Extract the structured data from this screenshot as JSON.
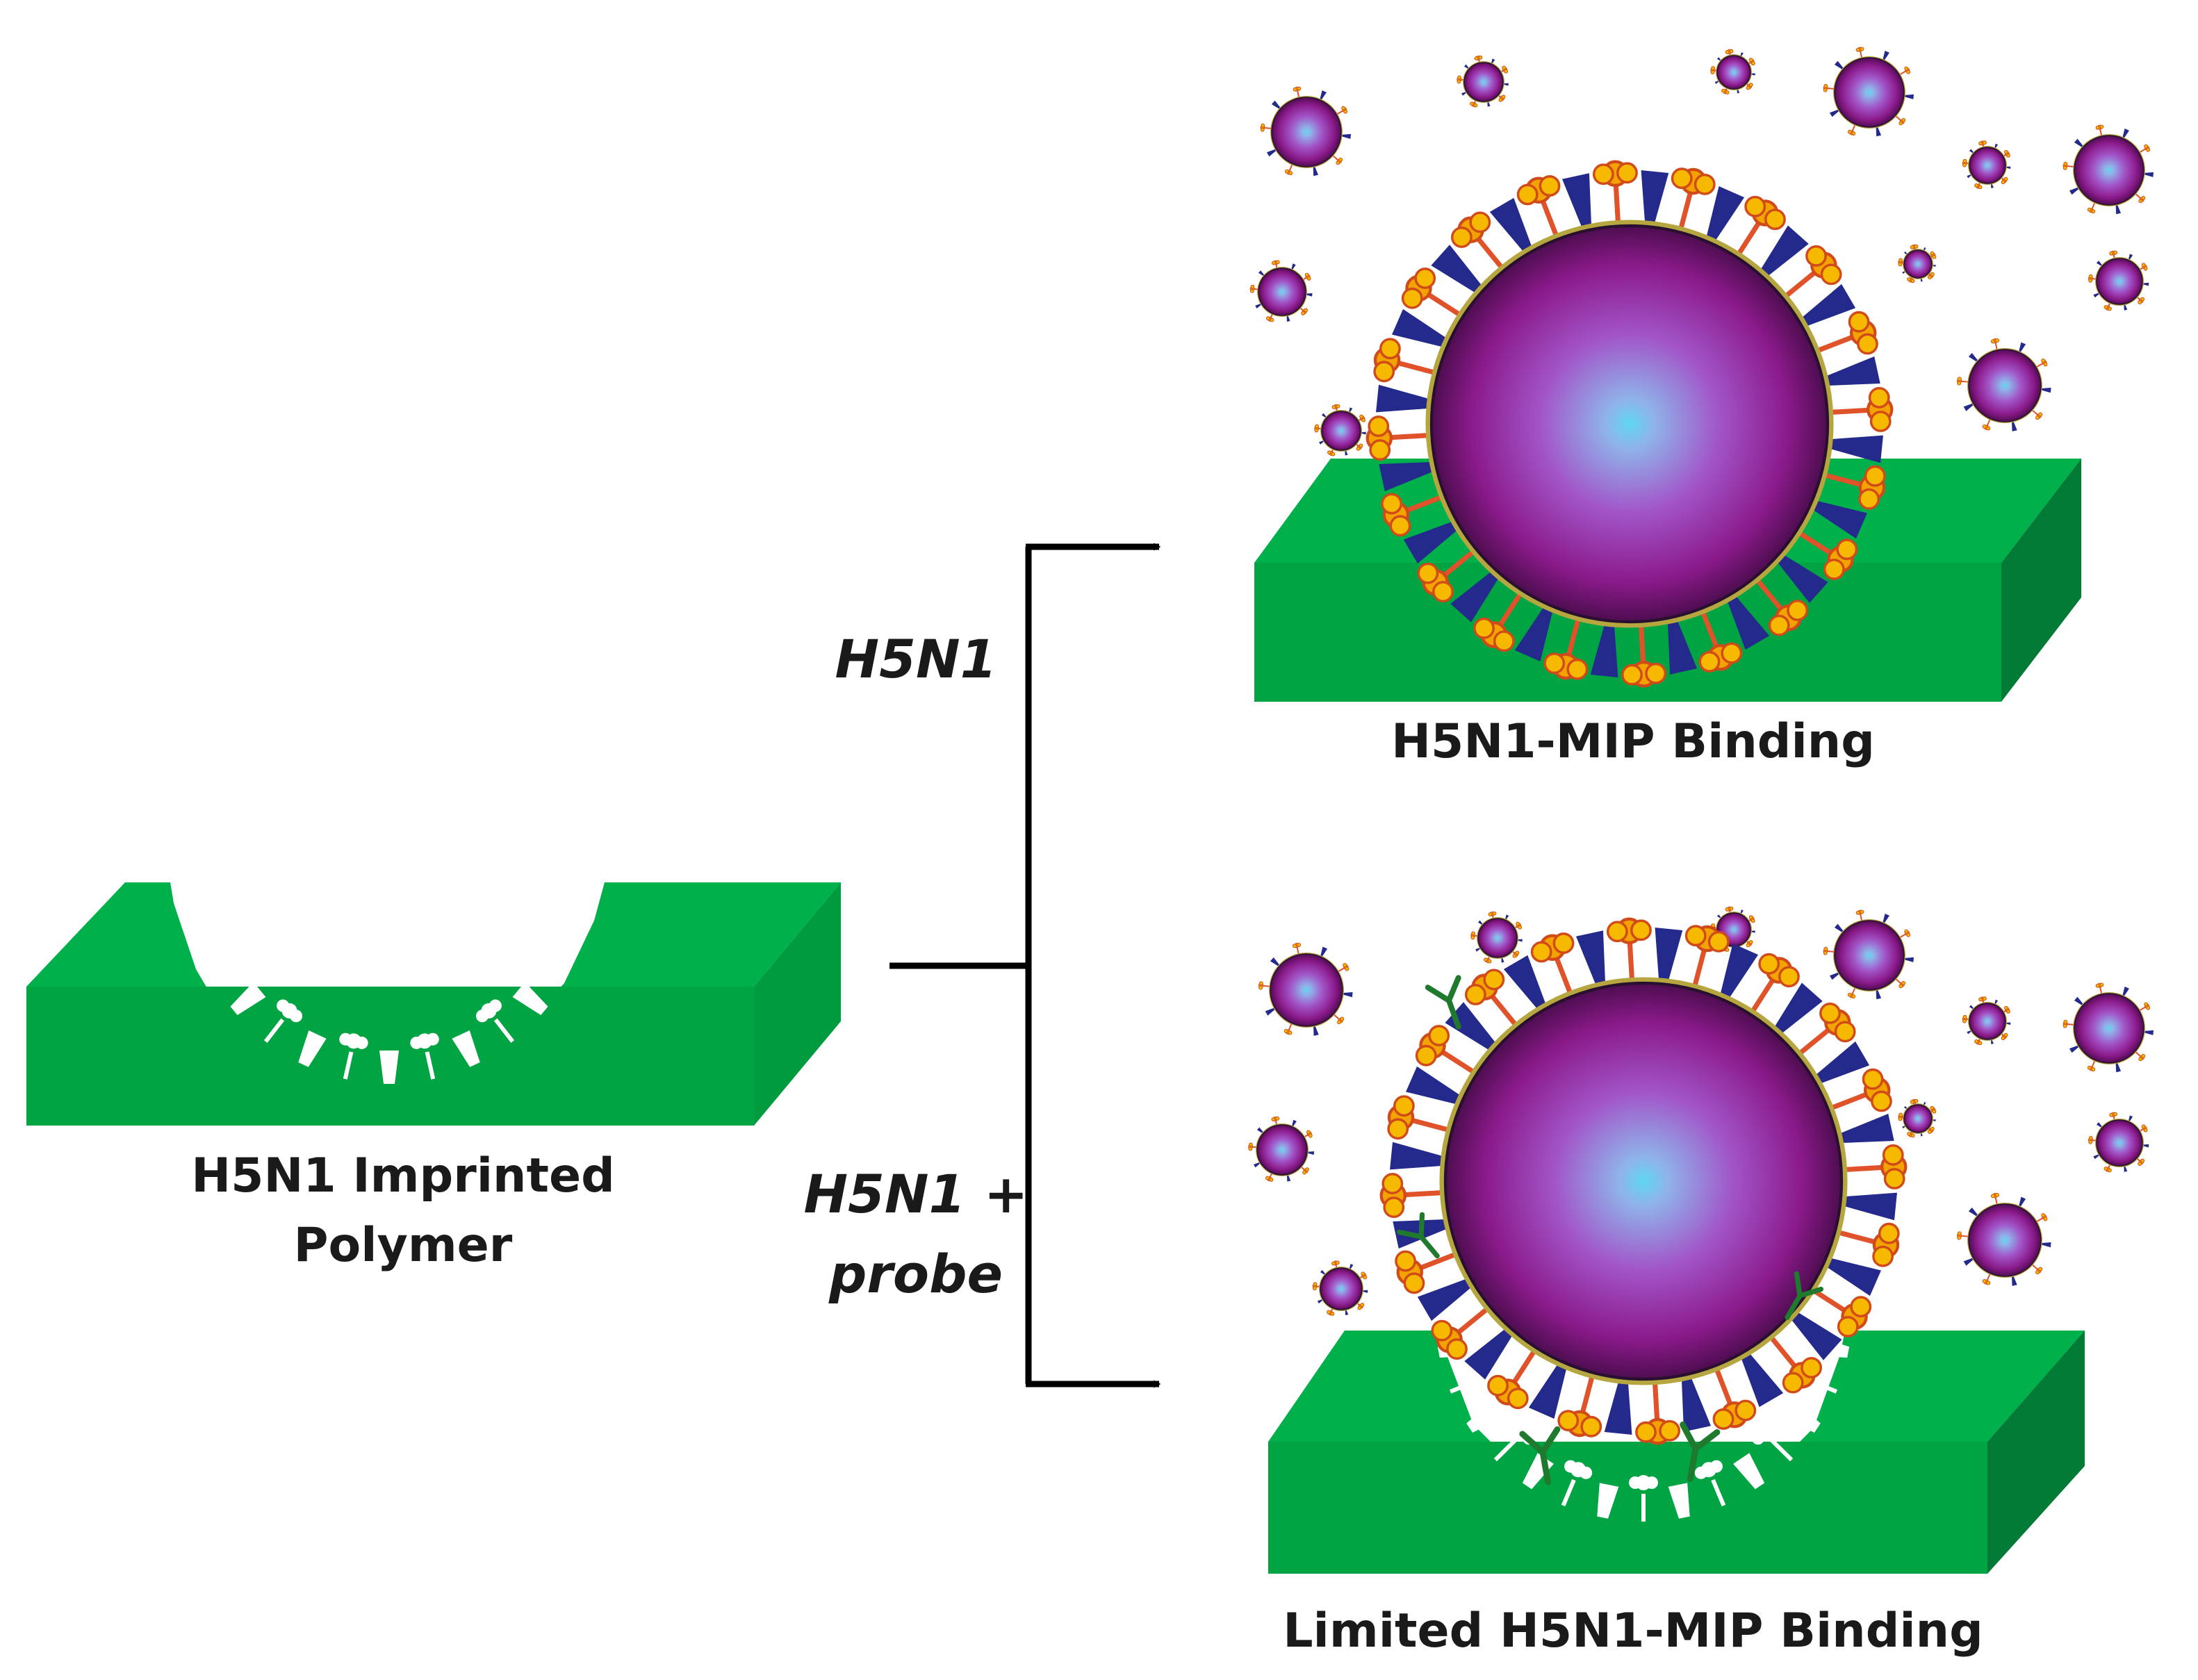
{
  "labels": {
    "left_line1": "H5N1 Imprinted",
    "left_line2": "Polymer",
    "top_arrow": "H5N1",
    "bottom_arrow_line1": "H5N1 +",
    "bottom_arrow_line2": "probe",
    "top_result": "H5N1-MIP Binding",
    "bottom_result": "Limited H5N1-MIP Binding"
  },
  "colors": {
    "polymer_top": "#00b04a",
    "polymer_front": "#00a443",
    "polymer_side": "#007a34",
    "virus_core": "#8b1a8b",
    "virus_highlight": "#5fd6f2",
    "hemagglutinin": "#f2a300",
    "neuraminidase": "#232a8c",
    "antibody": "#1f7a2e",
    "arrow": "#000000"
  }
}
